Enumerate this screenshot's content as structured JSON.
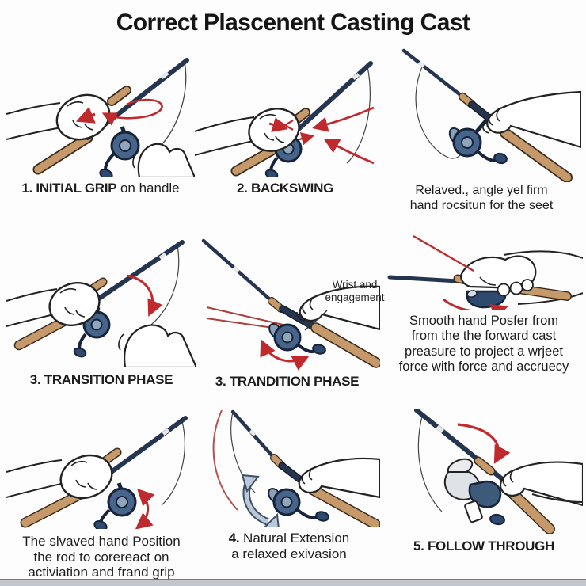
{
  "title": "Correct Plascenent Casting Cast",
  "colors": {
    "rod": "#26354f",
    "handle": "#c6996a",
    "reel": "#47658a",
    "reel_dark": "#16233a",
    "arrow_red": "#bf2a2e",
    "arrow_gray_blue": "#b9c9da",
    "text": "#1b1b1b"
  },
  "panels": [
    {
      "step": "1. INITIAL GRIP",
      "rest": " on handle"
    },
    {
      "step": "2. BACKSWING",
      "rest": ""
    },
    {
      "lines": [
        "Relaved., angle yel firm",
        "hand rocsitun for the seet"
      ]
    },
    {
      "step": "3. TRANSITION PHASE"
    },
    {
      "step": "3. TRANDITION PHASE",
      "annotation": [
        "Wrist and",
        "engagement"
      ]
    },
    {
      "lines": [
        "Smooth hand Posfer from",
        "from the the forward cast",
        "preasure to project a wrjeet",
        "force with force and accruecy"
      ]
    },
    {
      "lines": [
        "The slvaved hand Position",
        "the rod to corereact  on",
        "activiation and frand grip"
      ]
    },
    {
      "step": "4.",
      "rest": " Natural Extension",
      "line2": "a relaxed exivasion"
    },
    {
      "step": "5. FOLLOW THROUGH"
    }
  ]
}
